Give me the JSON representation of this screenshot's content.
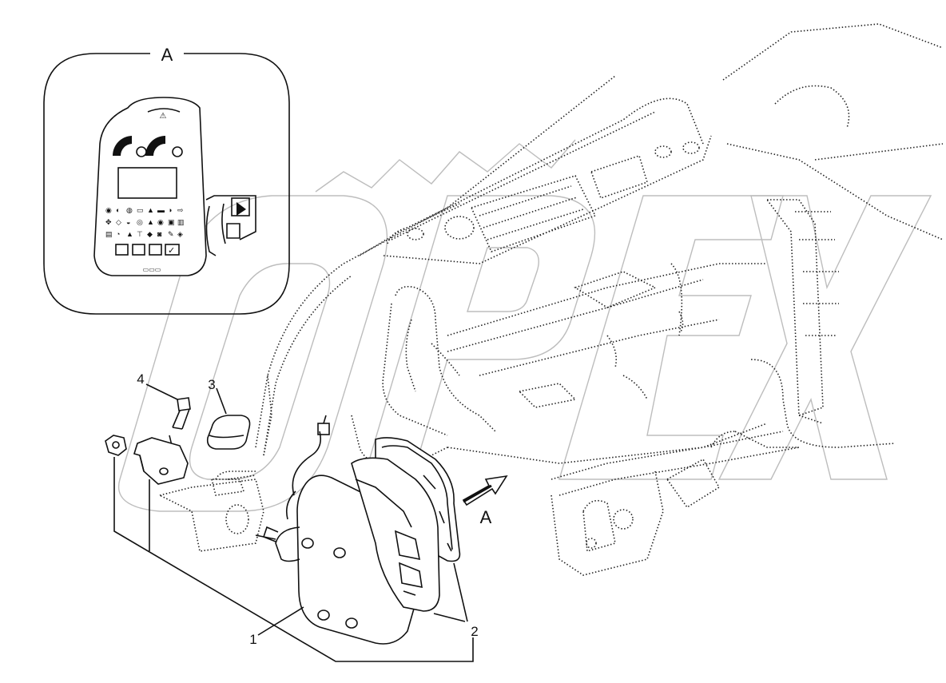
{
  "view_label": "A",
  "arrow_label": "A",
  "callouts": [
    {
      "id": "1",
      "text": "1"
    },
    {
      "id": "2",
      "text": "2"
    },
    {
      "id": "3",
      "text": "3"
    },
    {
      "id": "4",
      "text": "4"
    }
  ],
  "watermark": "OPEX",
  "colors": {
    "line": "#111111",
    "watermark": "#bdbdbd",
    "background": "#ffffff"
  }
}
